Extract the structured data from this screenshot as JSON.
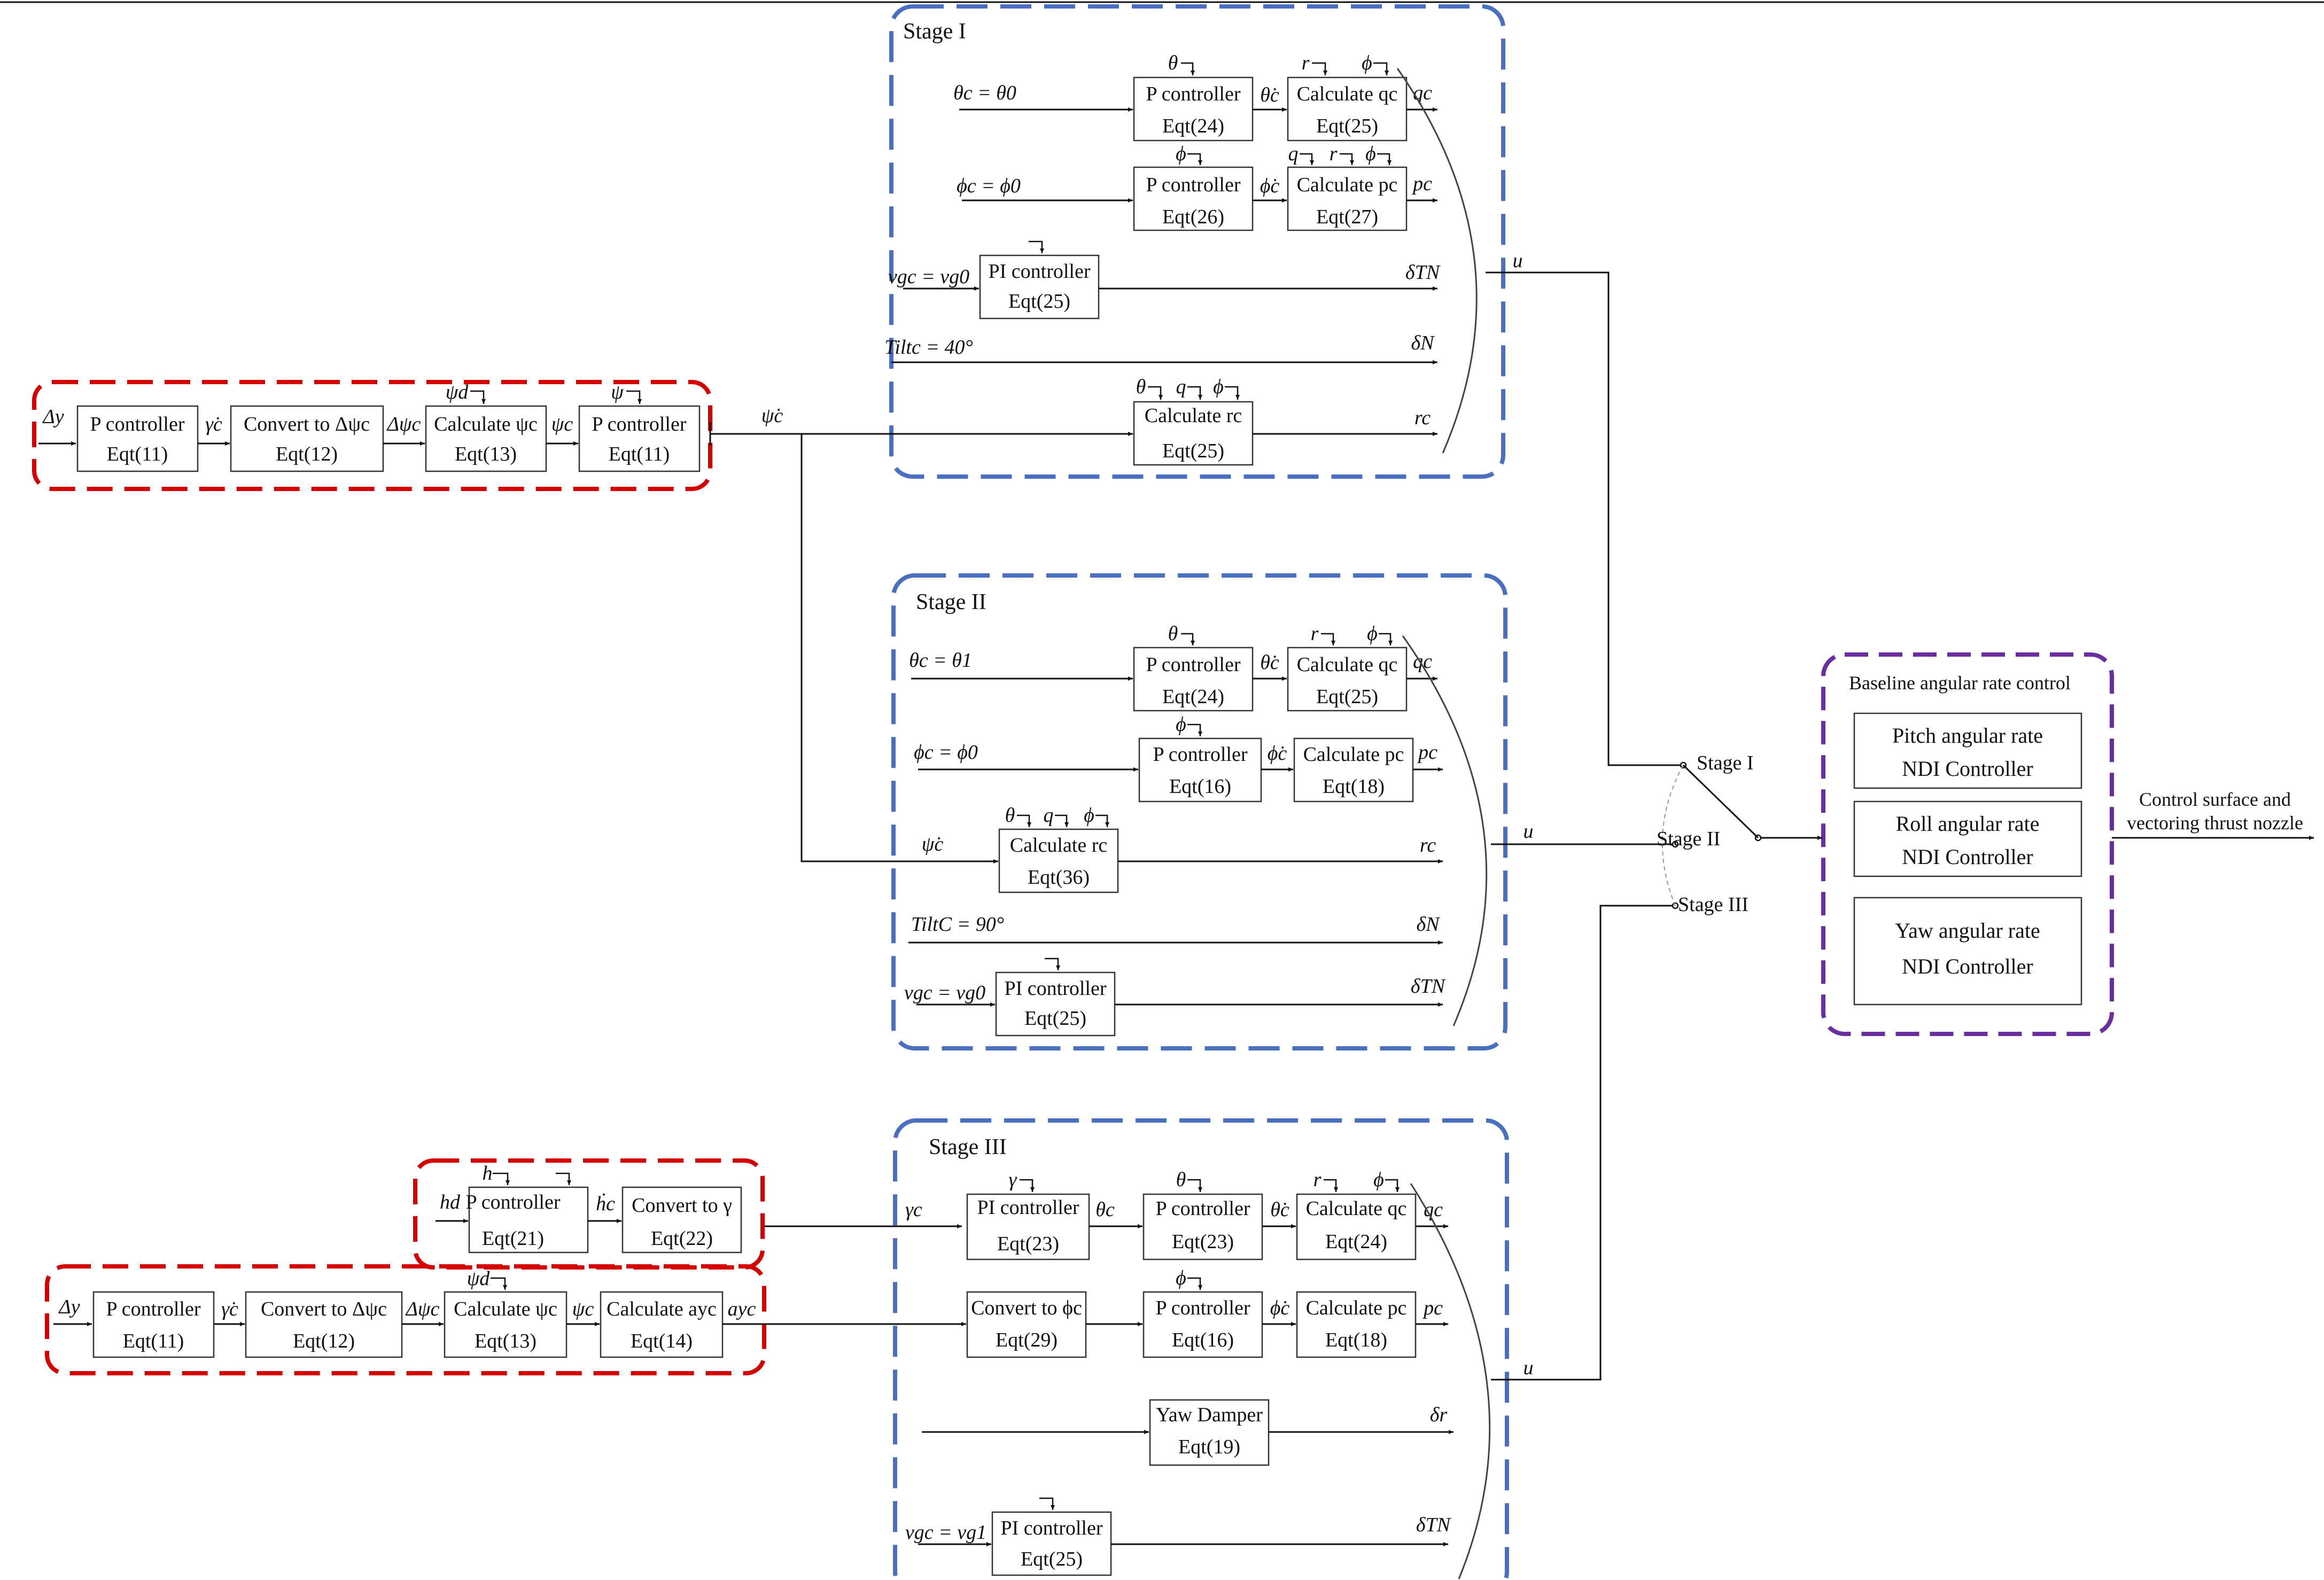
{
  "stages": [
    {
      "id": "s1",
      "label": "Stage I"
    },
    {
      "id": "s2",
      "label": "Stage II"
    },
    {
      "id": "s3",
      "label": "Stage III"
    }
  ],
  "baseline": {
    "title": "Baseline angular rate control",
    "pitch": [
      "Pitch angular rate",
      "NDI Controller"
    ],
    "roll": [
      "Roll angular rate",
      "NDI Controller"
    ],
    "yaw": [
      "Yaw angular rate",
      "NDI Controller"
    ]
  },
  "output": [
    "Control surface and",
    "vectoring thrust nozzle"
  ],
  "switch_labels": [
    "Stage I",
    "Stage II",
    "Stage III"
  ],
  "lat1": {
    "in": "Δy",
    "b1": [
      "P controller",
      "Eqt(11)"
    ],
    "s1": "γ̇c",
    "b2": [
      "Convert to Δψc",
      "Eqt(12)"
    ],
    "s2": "Δψc",
    "b3": [
      "Calculate ψc",
      "Eqt(13)"
    ],
    "c3": "ψd",
    "s3": "ψc",
    "b4": [
      "P controller",
      "Eqt(11)"
    ],
    "c4": "ψ",
    "out": "ψ̇c"
  },
  "s1": {
    "r1": {
      "in": "θc = θ0",
      "b1": [
        "P controller",
        "Eqt(24)"
      ],
      "c1": "θ",
      "m": "θ̇c",
      "b2": [
        "Calculate qc",
        "Eqt(25)"
      ],
      "c2": [
        "r",
        "ϕ"
      ],
      "out": "qc"
    },
    "r2": {
      "in": "ϕc = ϕ0",
      "b1": [
        "P controller",
        "Eqt(26)"
      ],
      "c1": "ϕ",
      "m": "ϕ̇c",
      "b2": [
        "Calculate pc",
        "Eqt(27)"
      ],
      "c2": [
        "q",
        "r",
        "ϕ"
      ],
      "out": "pc"
    },
    "r3": {
      "in": "vgc = vg0",
      "b1": [
        "PI controller",
        "Eqt(25)"
      ],
      "out": "δTN"
    },
    "r4": {
      "in": "Tiltc = 40°",
      "out": "δN"
    },
    "r5": {
      "b1": [
        "Calculate rc",
        "Eqt(25)"
      ],
      "c1": [
        "θ",
        "q",
        "ϕ"
      ],
      "out": "rc"
    },
    "u": "u"
  },
  "s2": {
    "r1": {
      "in": "θc = θ1",
      "b1": [
        "P controller",
        "Eqt(24)"
      ],
      "c1": "θ",
      "m": "θ̇c",
      "b2": [
        "Calculate qc",
        "Eqt(25)"
      ],
      "c2": [
        "r",
        "ϕ"
      ],
      "out": "qc"
    },
    "r2": {
      "in": "ϕc = ϕ0",
      "b1": [
        "P controller",
        "Eqt(16)"
      ],
      "c1": "ϕ",
      "m": "ϕ̇c",
      "b2": [
        "Calculate pc",
        "Eqt(18)"
      ],
      "out": "pc"
    },
    "r3": {
      "in": "ψ̇c",
      "b1": [
        "Calculate rc",
        "Eqt(36)"
      ],
      "c1": [
        "θ",
        "q",
        "ϕ"
      ],
      "out": "rc"
    },
    "r4": {
      "in": "TiltC = 90°",
      "out": "δN"
    },
    "r5": {
      "in": "vgc = vg0",
      "b1": [
        "PI controller",
        "Eqt(25)"
      ],
      "out": "δTN"
    },
    "u": "u"
  },
  "lon": {
    "in": "hd",
    "b1": [
      "P controller",
      "Eqt(21)"
    ],
    "c1": "h",
    "s1": "ḣc",
    "b2": [
      "Convert to γ",
      "Eqt(22)"
    ]
  },
  "lat2": {
    "in": "Δy",
    "b1": [
      "P controller",
      "Eqt(11)"
    ],
    "s1": "γ̇c",
    "b2": [
      "Convert to Δψc",
      "Eqt(12)"
    ],
    "s2": "Δψc",
    "b3": [
      "Calculate ψc",
      "Eqt(13)"
    ],
    "c3": "ψd",
    "s3": "ψc",
    "b4": [
      "Calculate ayc",
      "Eqt(14)"
    ],
    "out": "ayc"
  },
  "s3": {
    "r1": {
      "in": "γc",
      "b1": [
        "PI controller",
        "Eqt(23)"
      ],
      "c1": "γ",
      "m1": "θc",
      "b2": [
        "P controller",
        "Eqt(23)"
      ],
      "c2": "θ",
      "m2": "θ̇c",
      "b3": [
        "Calculate qc",
        "Eqt(24)"
      ],
      "c3": [
        "r",
        "ϕ"
      ],
      "out": "qc"
    },
    "r2": {
      "b1": [
        "Convert to ϕc",
        "Eqt(29)"
      ],
      "b2": [
        "P controller",
        "Eqt(16)"
      ],
      "c2": "ϕ",
      "m2": "ϕ̇c",
      "b3": [
        "Calculate pc",
        "Eqt(18)"
      ],
      "out": "pc"
    },
    "r3": {
      "b1": [
        "Yaw Damper",
        "Eqt(19)"
      ],
      "out": "δr"
    },
    "r4": {
      "in": "vgc = vg1",
      "b1": [
        "PI controller",
        "Eqt(25)"
      ],
      "out": "δTN"
    },
    "u": "u"
  },
  "colors": {
    "red": "#d40000",
    "blue": "#4a6fc0",
    "purple": "#6a2ea0",
    "line": "#111111"
  }
}
